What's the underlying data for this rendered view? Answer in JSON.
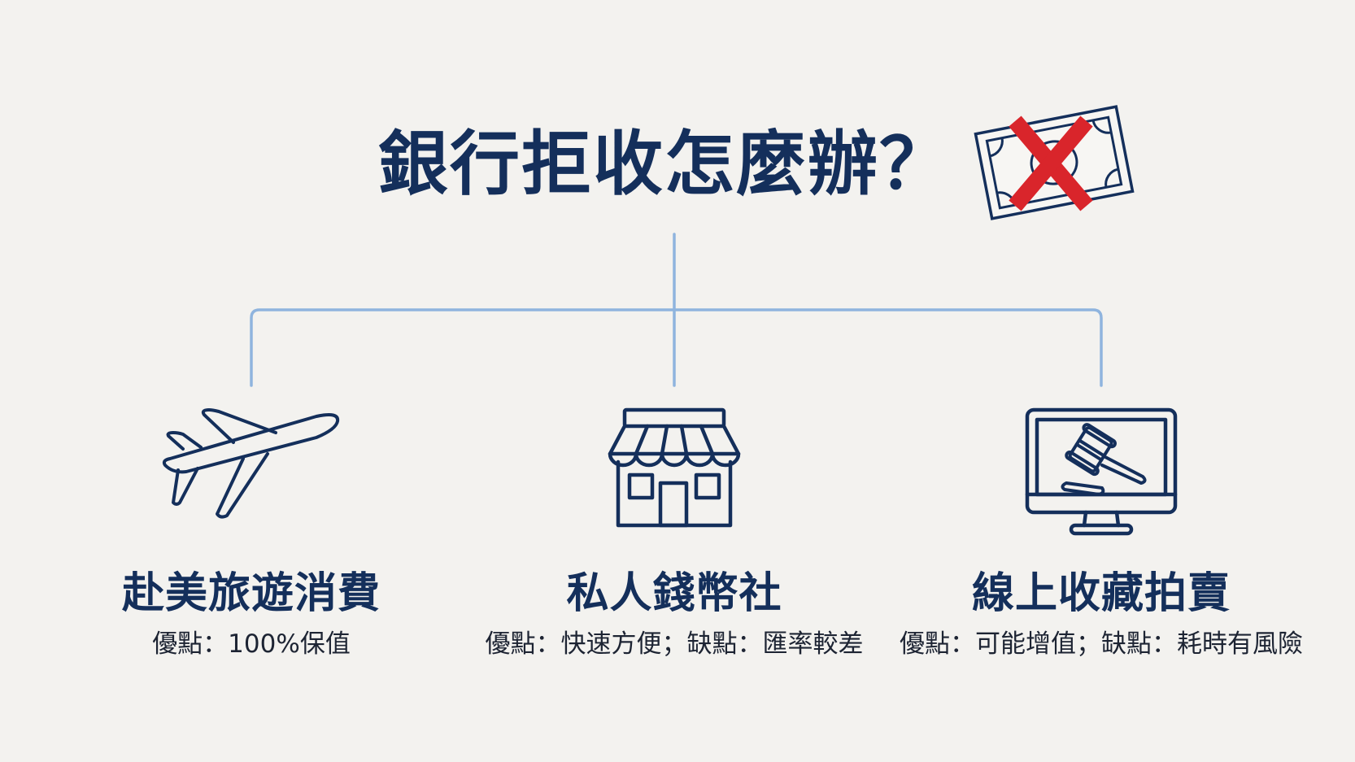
{
  "header": {
    "title": "銀行拒收怎麼辦？",
    "title_icon": "rejected-banknote-icon"
  },
  "colors": {
    "background": "#f3f2ef",
    "primary_navy": "#142f5b",
    "connector_blue": "#8fb4de",
    "reject_red": "#d9252b",
    "body_text": "#1d2433"
  },
  "options": [
    {
      "icon": "airplane-icon",
      "title": "赴美旅遊消費",
      "description": "優點：100%保值"
    },
    {
      "icon": "storefront-icon",
      "title": "私人錢幣社",
      "description": "優點：快速方便；缺點：匯率較差"
    },
    {
      "icon": "online-auction-monitor-icon",
      "title": "線上收藏拍賣",
      "description": "優點：可能增值；缺點：耗時有風險"
    }
  ]
}
